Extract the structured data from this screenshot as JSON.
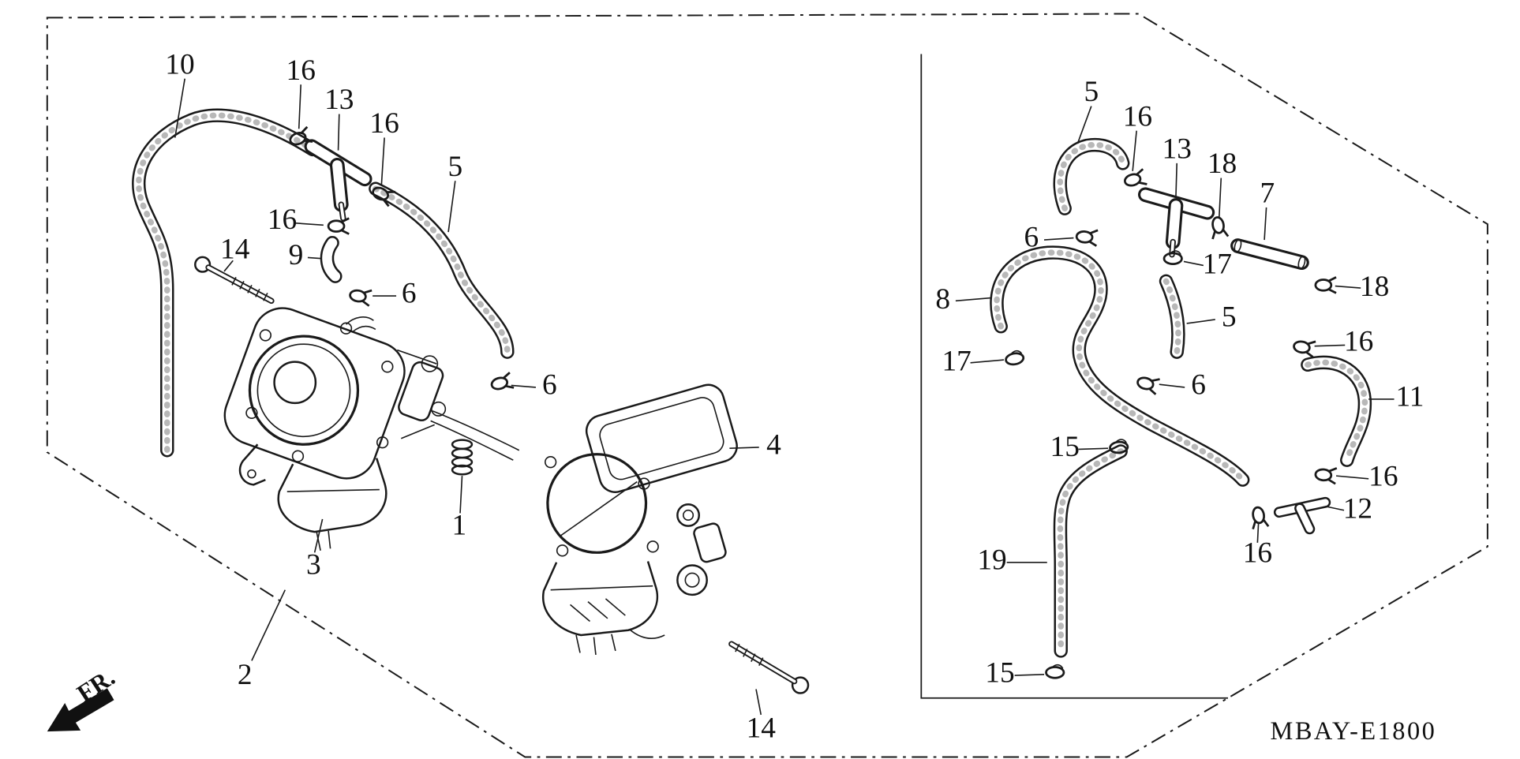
{
  "diagram": {
    "code": "MBAY-E1800",
    "fr_label": "FR.",
    "background_color": "#ffffff",
    "line_color": "#1a1a1a",
    "callouts": [
      {
        "text": "10"
      },
      {
        "text": "16"
      },
      {
        "text": "13"
      },
      {
        "text": "16"
      },
      {
        "text": "5"
      },
      {
        "text": "16"
      },
      {
        "text": "9"
      },
      {
        "text": "14"
      },
      {
        "text": "6"
      },
      {
        "text": "6"
      },
      {
        "text": "3"
      },
      {
        "text": "1"
      },
      {
        "text": "2"
      },
      {
        "text": "4"
      },
      {
        "text": "14"
      },
      {
        "text": "5"
      },
      {
        "text": "16"
      },
      {
        "text": "13"
      },
      {
        "text": "18"
      },
      {
        "text": "7"
      },
      {
        "text": "6"
      },
      {
        "text": "17"
      },
      {
        "text": "18"
      },
      {
        "text": "8"
      },
      {
        "text": "5"
      },
      {
        "text": "17"
      },
      {
        "text": "16"
      },
      {
        "text": "6"
      },
      {
        "text": "11"
      },
      {
        "text": "15"
      },
      {
        "text": "16"
      },
      {
        "text": "12"
      },
      {
        "text": "16"
      },
      {
        "text": "19"
      },
      {
        "text": "15"
      }
    ]
  }
}
